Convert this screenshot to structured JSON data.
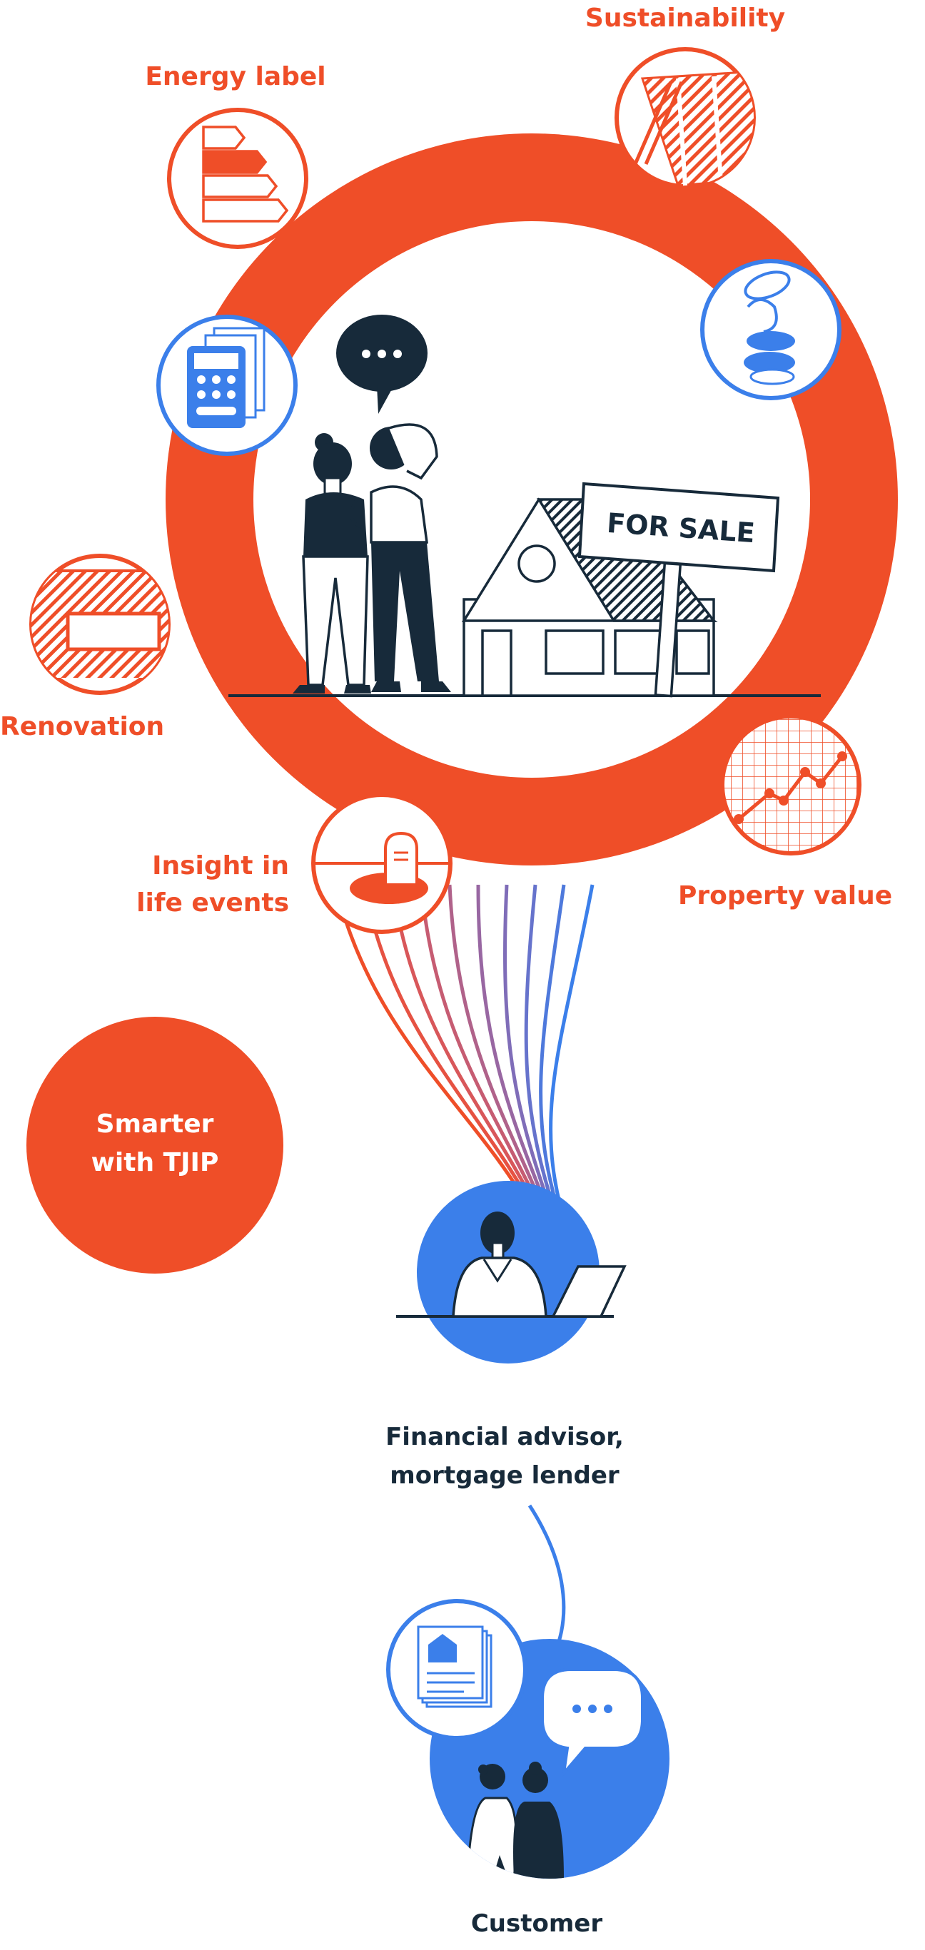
{
  "colors": {
    "orange": "#EF4E28",
    "blue": "#3B7FEA",
    "navy": "#172A3A",
    "white": "#FFFFFF"
  },
  "labels": {
    "energy_label": "Energy label",
    "sustainability": "Sustainability",
    "renovation": "Renovation",
    "insight_line1": "Insight in",
    "insight_line2": "life events",
    "property_value": "Property value",
    "smarter_line1": "Smarter",
    "smarter_line2": "with TJIP",
    "advisor_line1": "Financial advisor,",
    "advisor_line2": "mortgage lender",
    "customer": "Customer"
  },
  "sign": {
    "text": "FOR SALE"
  },
  "icons": [
    "energy-label-icon",
    "solar-panel-icon",
    "coins-icon",
    "calculator-icon",
    "renovation-icon",
    "property-value-chart-icon",
    "gravestone-icon",
    "advisor-laptop-icon",
    "documents-house-icon",
    "speech-bubble-icon",
    "couple-illustration"
  ]
}
